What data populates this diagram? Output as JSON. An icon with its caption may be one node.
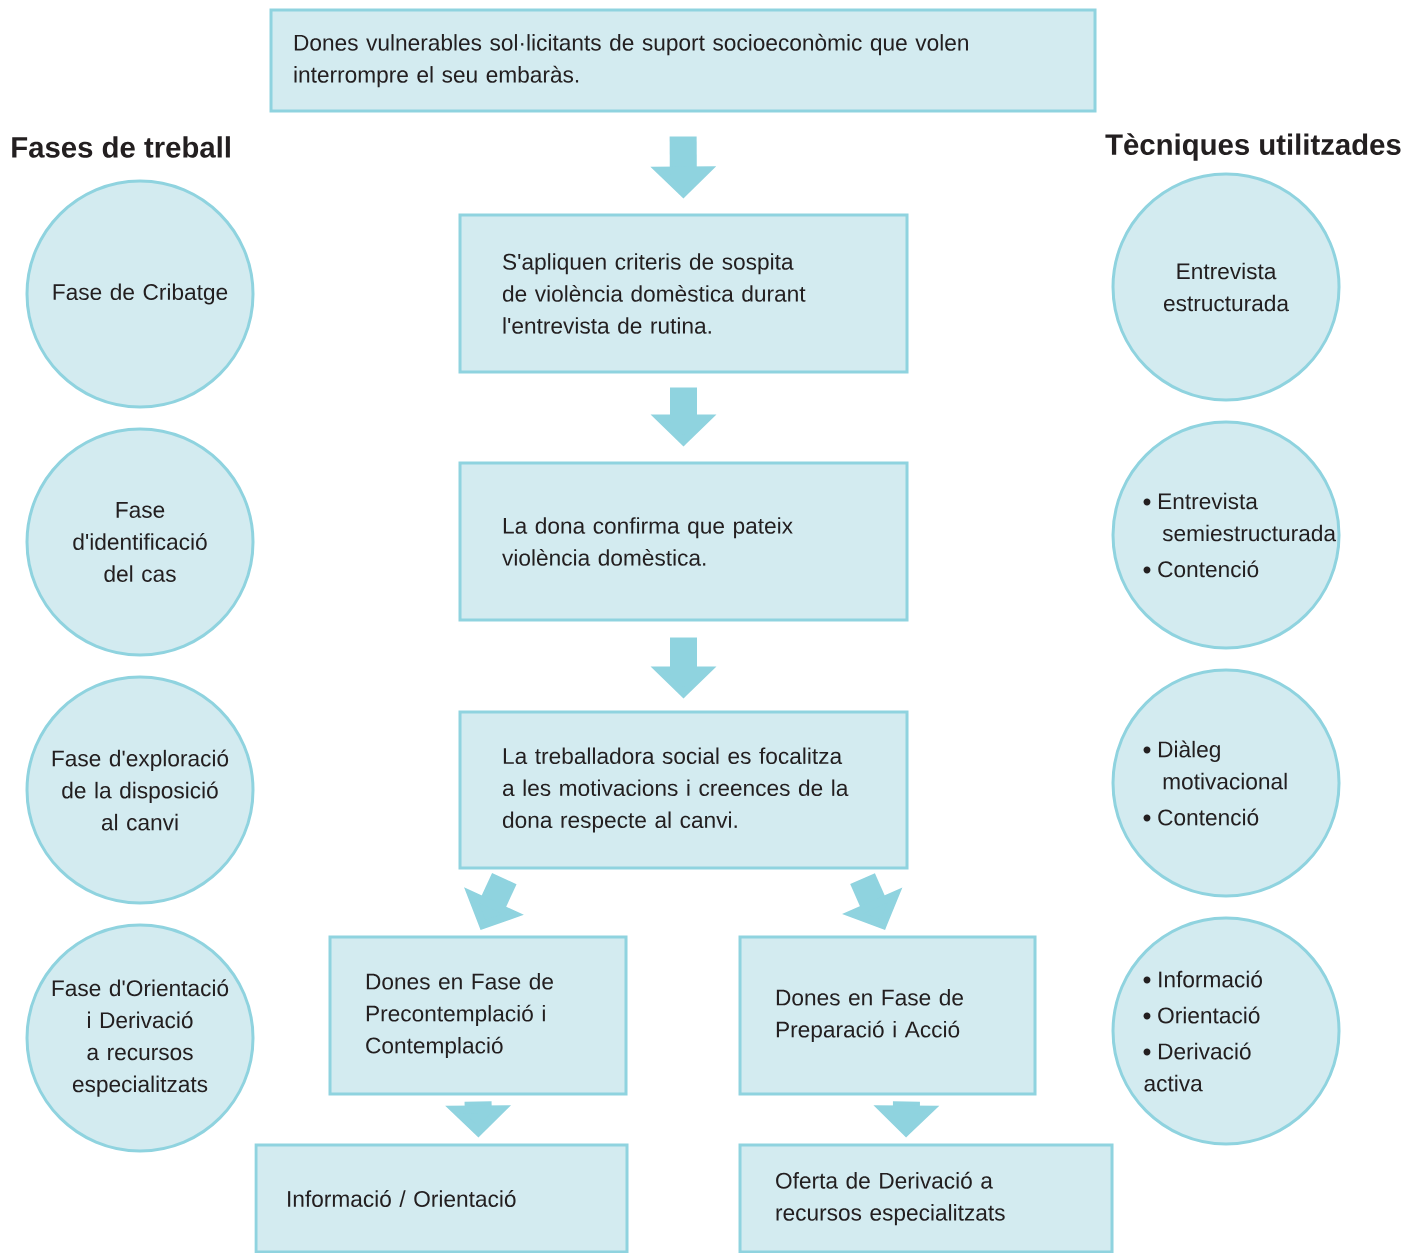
{
  "diagram": {
    "nodes": [
      {
        "text": [
          "Dones vulnerables sol·licitants de suport socioeconòmic que volen interrompre el seu embaràs."
        ]
      },
      {
        "text": [
          "S'apliquen criteris de sospita de violència domèstica durant l'entrevista de rutina."
        ]
      },
      {
        "text": [
          "La dona confirma que pateix violència domèstica."
        ]
      },
      {
        "text": [
          "La treballadora social es focalitza a les motivacions i creences de la dona respecte al canvi."
        ]
      },
      {
        "text": [
          "Dones en Fase de Precontemplació i Contemplació"
        ]
      },
      {
        "text": [
          "Dones en Fase de Preparació i Acció"
        ]
      },
      {
        "text": [
          "Informació / Orientació"
        ]
      },
      {
        "text": [
          "Oferta de Derivació a recursos especialitzats"
        ]
      },
      {
        "text": [
          "Fase de Cribatge"
        ]
      },
      {
        "text": [
          "Fase d'identificació del cas"
        ]
      },
      {
        "text": [
          "Fase d'exploració de la disposició al canvi"
        ]
      },
      {
        "text": [
          "Fase d'Orientació i Derivació a recursos especialitzats"
        ]
      },
      {
        "text": [
          "Entrevista estructurada"
        ]
      },
      {
        "text": [
          "Entrevista semiestructurada",
          "Contenció"
        ]
      },
      {
        "text": [
          "Diàleg motivacional",
          "Contenció"
        ]
      },
      {
        "text": [
          "Informació",
          "Orientació",
          "Derivació activa"
        ]
      }
    ],
    "edges": [
      {
        "from": 0,
        "to": 1,
        "arrow": "to"
      },
      {
        "from": 1,
        "to": 2,
        "arrow": "to"
      },
      {
        "from": 2,
        "to": 3,
        "arrow": "to"
      },
      {
        "from": 3,
        "to": 4,
        "arrow": "to"
      },
      {
        "from": 3,
        "to": 5,
        "arrow": "to"
      },
      {
        "from": 4,
        "to": 6,
        "arrow": "to"
      },
      {
        "from": 5,
        "to": 7,
        "arrow": "to"
      }
    ],
    "labels": [
      "Fases de treball",
      "Tècniques utilitzades"
    ]
  }
}
